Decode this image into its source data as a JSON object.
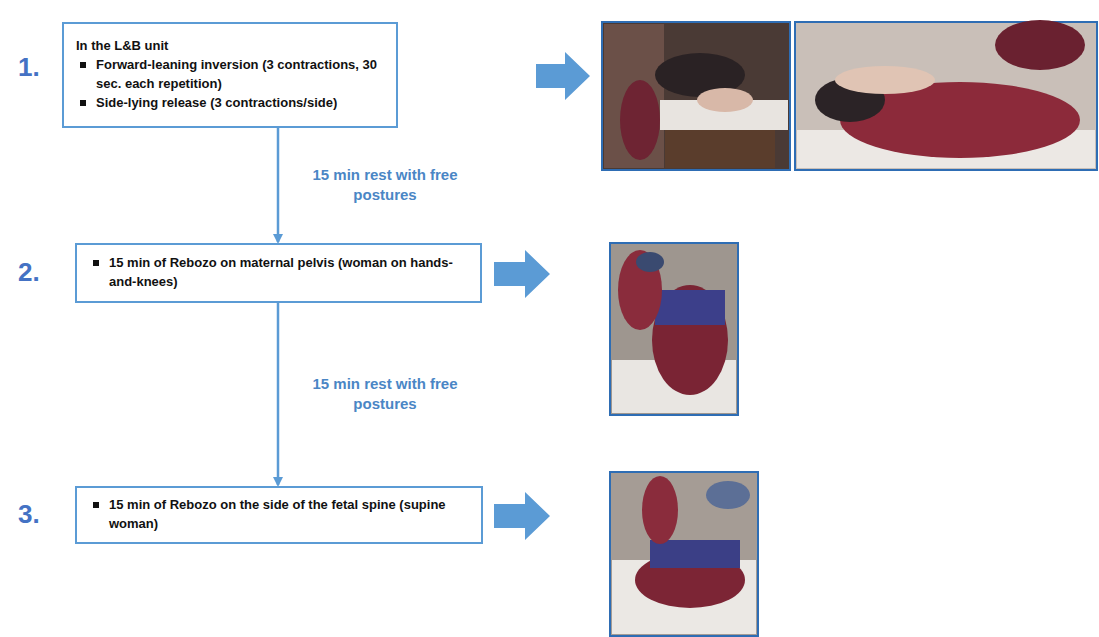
{
  "diagram": {
    "nodes": [
      {
        "text": [
          "In the L&B unit",
          "Forward-leaning inversion (3 contractions, 30 sec. each repetition)",
          "Side-lying release (3 contractions/side)"
        ]
      },
      {
        "text": [
          "15 min of Rebozo on maternal pelvis (woman on hands-and-knees)"
        ]
      },
      {
        "text": [
          "15 min of Rebozo on the side of the fetal spine (supine woman)"
        ]
      }
    ],
    "edges": [
      {
        "from": 0,
        "to": 1,
        "arrow": "to",
        "label": "15 min rest with free postures"
      },
      {
        "from": 1,
        "to": 2,
        "arrow": "to",
        "label": "15 min rest with free postures"
      }
    ],
    "labels": [
      "1.",
      "2.",
      "3."
    ]
  }
}
